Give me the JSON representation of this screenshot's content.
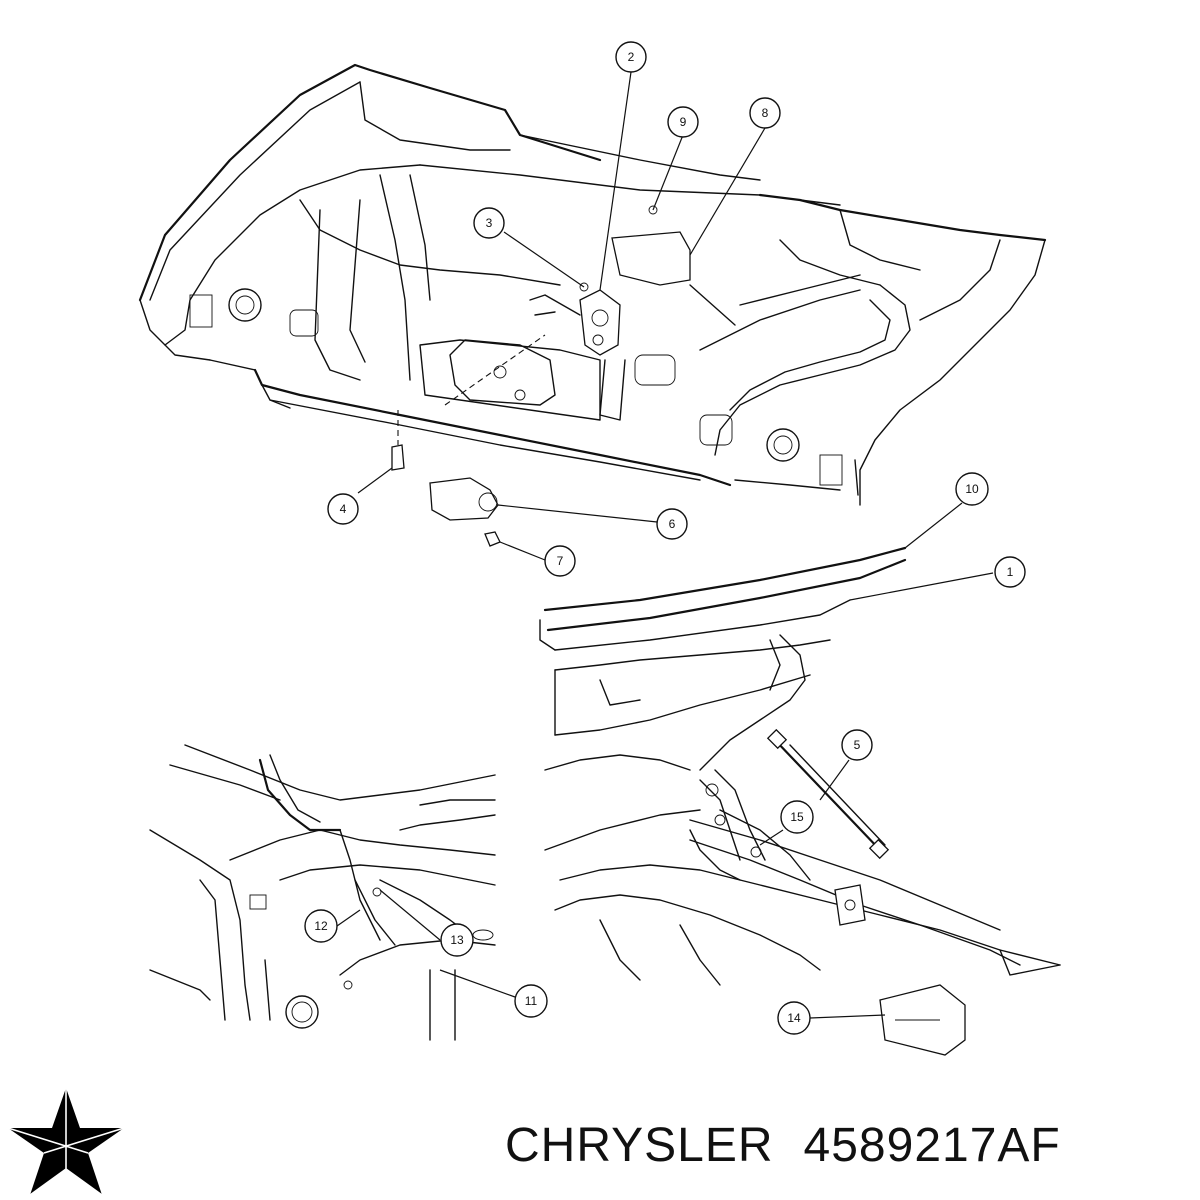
{
  "callouts": [
    {
      "label": "2"
    },
    {
      "label": "9"
    },
    {
      "label": "8"
    },
    {
      "label": "3"
    },
    {
      "label": "4"
    },
    {
      "label": "6"
    },
    {
      "label": "7"
    },
    {
      "label": "10"
    },
    {
      "label": "1"
    },
    {
      "label": "5"
    },
    {
      "label": "15"
    },
    {
      "label": "12"
    },
    {
      "label": "13"
    },
    {
      "label": "11"
    },
    {
      "label": "14"
    }
  ],
  "caption": {
    "brand": "CHRYSLER",
    "part_number": "4589217AF"
  },
  "logo": {
    "icon": "pentastar-icon",
    "color": "#000000"
  }
}
